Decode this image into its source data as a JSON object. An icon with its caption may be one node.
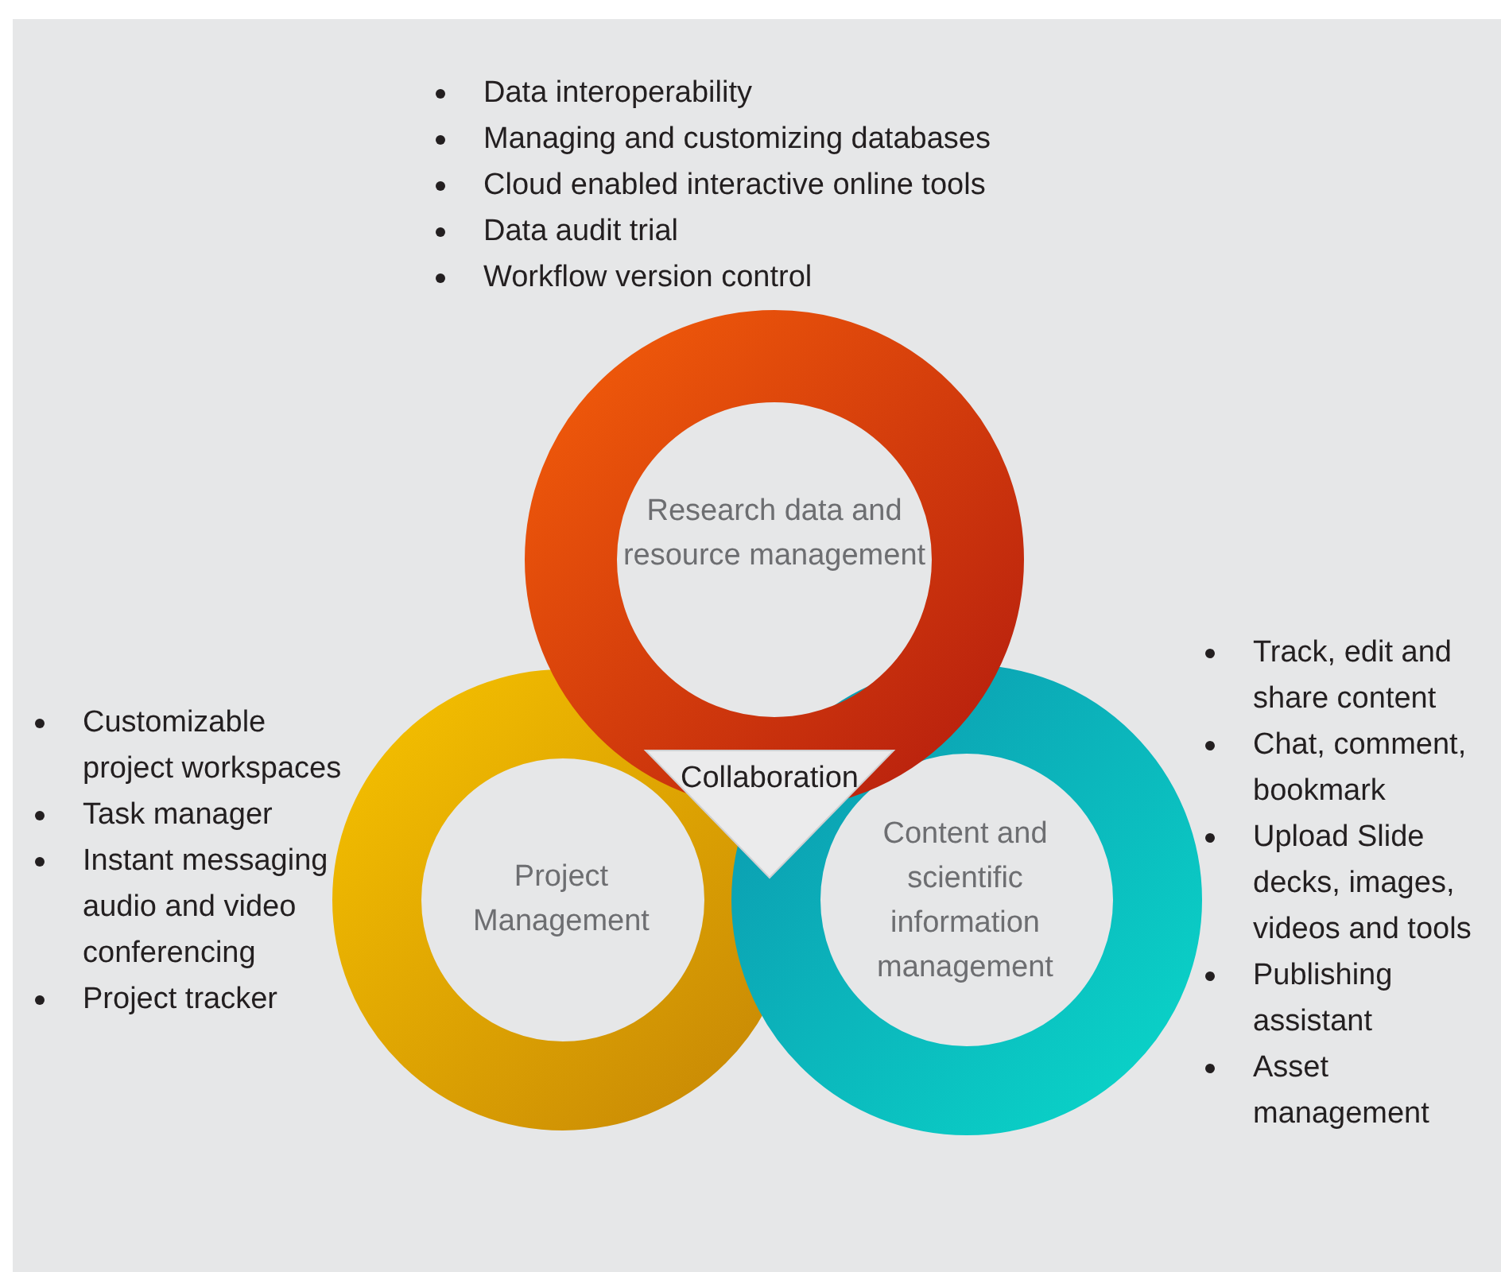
{
  "diagram": {
    "nodes": [
      {
        "text": [
          "Research data and resource management"
        ],
        "beside": [
          "Data interoperability",
          "Managing and customizing databases",
          "Cloud enabled interactive online tools",
          "Data audit trial",
          "Workflow version control"
        ]
      },
      {
        "text": [
          "Project Management"
        ],
        "beside": [
          "Customizable project workspaces",
          "Task manager",
          "Instant messaging audio and video conferencing",
          "Project tracker"
        ]
      },
      {
        "text": [
          "Content and scientific information management"
        ],
        "beside": [
          "Track, edit and share content",
          "Chat, comment, bookmark",
          "Upload Slide decks, images, videos and tools",
          "Publishing assistant",
          "Asset management"
        ]
      },
      {
        "text": [
          "Collaboration"
        ]
      }
    ]
  }
}
